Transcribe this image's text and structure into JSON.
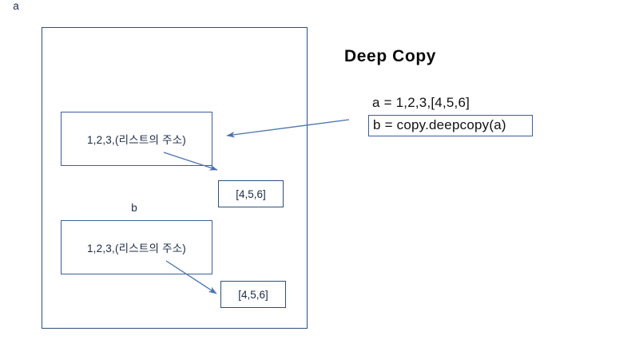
{
  "title": "Deep Copy",
  "code": {
    "line_a": "a =  1,2,3,[4,5,6]",
    "line_b": "b =  copy.deepcopy(a)"
  },
  "diagram": {
    "variable_a": {
      "label": "a",
      "content": "1,2,3,(리스트의 주소)"
    },
    "variable_b": {
      "label": "b",
      "content": "1,2,3,(리스트의 주소)"
    },
    "list_a": "[4,5,6]",
    "list_b": "[4,5,6]"
  },
  "colors": {
    "frame_border": "#2d4f7c",
    "box_border": "#3b5fa0",
    "arrow": "#4a72b0",
    "text": "#1b2a45",
    "title": "#0a0a0a"
  }
}
